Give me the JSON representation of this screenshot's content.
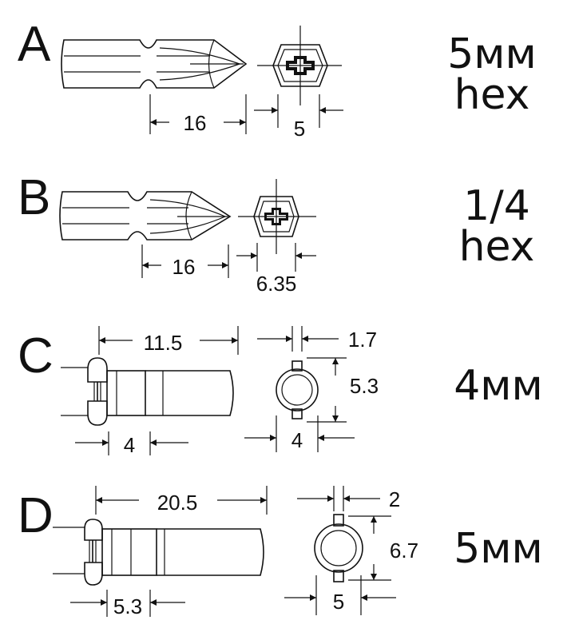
{
  "sections": [
    {
      "letter": "A",
      "label_line1": "5мм",
      "label_line2": "hex",
      "dim_length": "16",
      "dim_width": "5"
    },
    {
      "letter": "B",
      "label_line1": "1/4",
      "label_line2": "hex",
      "dim_length": "16",
      "dim_width": "6.35"
    },
    {
      "letter": "C",
      "label_line1": "4мм",
      "dim_total": "11.5",
      "dim_tip": "4",
      "dim_lug": "1.7",
      "dim_height": "5.3",
      "dim_diameter": "4"
    },
    {
      "letter": "D",
      "label_line1": "5мм",
      "dim_total": "20.5",
      "dim_tip": "5.3",
      "dim_lug": "2",
      "dim_height": "6.7",
      "dim_diameter": "5"
    }
  ]
}
